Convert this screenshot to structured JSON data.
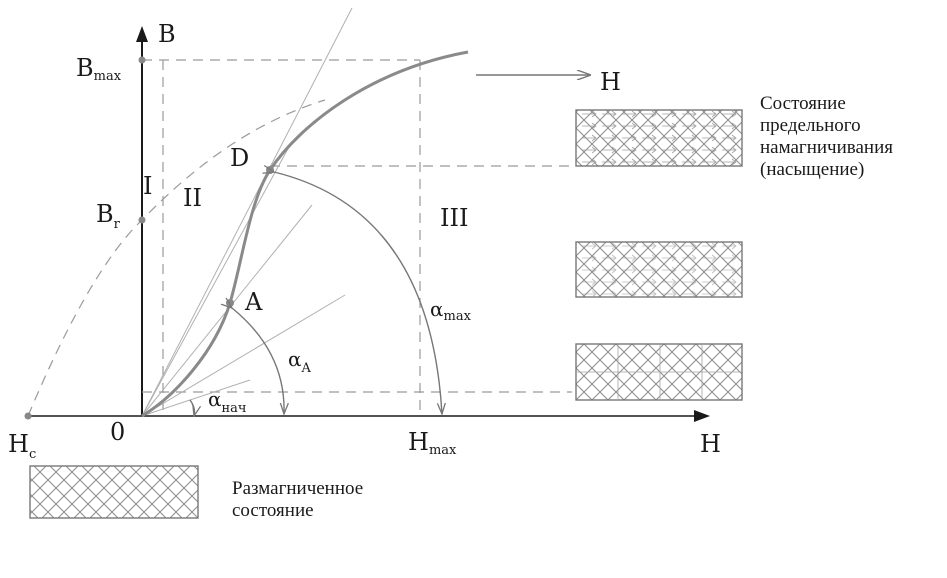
{
  "diagram": {
    "axes": {
      "y_label": "B",
      "x_label": "H",
      "origin_label": "0",
      "saturation_arrow_label": "H"
    },
    "tick_labels": {
      "bmax_main": "B",
      "bmax_sub": "max",
      "br_main": "B",
      "br_sub": "r",
      "hc_main": "H",
      "hc_sub": "c",
      "hmax_main": "H",
      "hmax_sub": "max"
    },
    "regions": [
      "I",
      "II",
      "III"
    ],
    "points": {
      "a": "A",
      "d": "D"
    },
    "angles": {
      "alpha_init_main": "α",
      "alpha_init_sub": "нач",
      "alpha_a_main": "α",
      "alpha_a_sub": "A",
      "alpha_max_main": "α",
      "alpha_max_sub": "max"
    },
    "captions": {
      "saturation_line1": "Состояние",
      "saturation_line2": "предельного",
      "saturation_line3": "намагничивания",
      "saturation_line4": "(насыщение)",
      "demagnetized_line1": "Размагниченное",
      "demagnetized_line2": "состояние"
    },
    "colors": {
      "curve": "#8a8a8a",
      "axes": "#1a1a1a",
      "dashed": "#9a9a9a",
      "hatch": "#8c8c8c"
    }
  }
}
